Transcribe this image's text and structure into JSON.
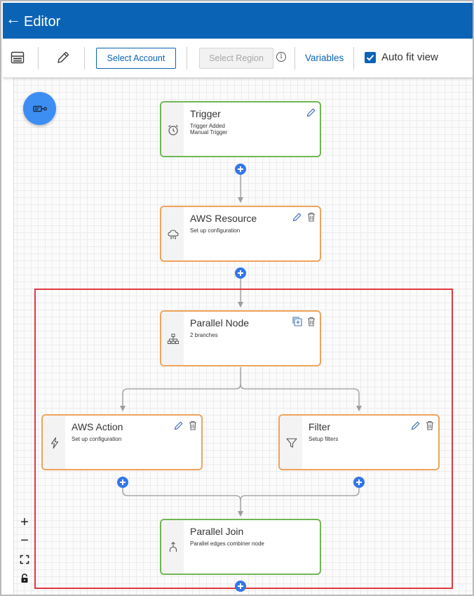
{
  "header": {
    "back_glyph": "←",
    "title": "Editor"
  },
  "toolbar": {
    "layout_icon": "layout-icon",
    "edit_icon": "pencil-icon",
    "select_account": "Select Account",
    "select_region": "Select Region",
    "info_glyph": "i",
    "variables": "Variables",
    "auto_fit_label": "Auto fit view",
    "auto_fit_checked": true
  },
  "colors": {
    "header_bg": "#0b63b6",
    "node_border_green": "#6fb754",
    "node_border_orange": "#f0a35a",
    "plus_button": "#3276e9",
    "fab": "#3d8ef3",
    "highlight": "#e0393e"
  },
  "nodes": {
    "trigger": {
      "title": "Trigger",
      "lines": [
        "Trigger Added",
        "Manual Trigger"
      ],
      "icon": "alarm-clock-icon"
    },
    "aws_resource": {
      "title": "AWS Resource",
      "lines": [
        "Set up configuration"
      ],
      "icon": "cloud-icon"
    },
    "parallel_node": {
      "title": "Parallel Node",
      "lines": [
        "2 branches"
      ],
      "icon": "sitemap-icon"
    },
    "aws_action": {
      "title": "AWS Action",
      "lines": [
        "Set up configuration"
      ],
      "icon": "lightning-icon"
    },
    "filter": {
      "title": "Filter",
      "lines": [
        "Setup filters"
      ],
      "icon": "funnel-icon"
    },
    "parallel_join": {
      "title": "Parallel Join",
      "lines": [
        "Parallel edges combiner node"
      ],
      "icon": "merge-icon"
    }
  },
  "zoom_controls": {
    "zoom_in": "+",
    "zoom_out": "−"
  }
}
